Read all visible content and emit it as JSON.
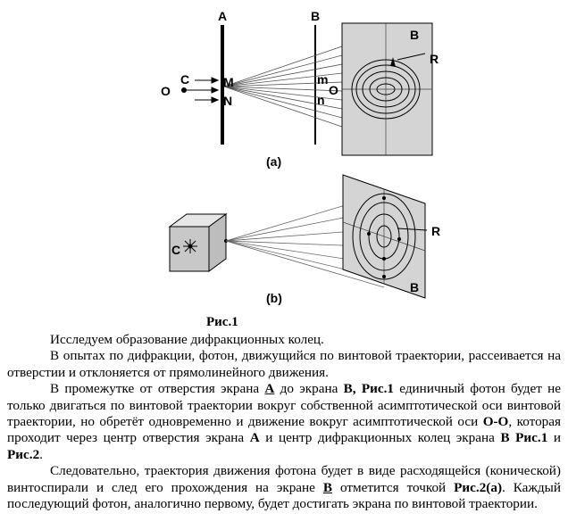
{
  "figure_a": {
    "label_A": "A",
    "label_B": "B",
    "label_C": "C",
    "label_O_left": "O",
    "label_M": "M",
    "label_N": "N",
    "label_m": "m",
    "label_n": "n",
    "label_O_right": "O",
    "label_B_screen": "B",
    "label_R": "R",
    "caption": "(a)"
  },
  "figure_b": {
    "label_C": "C",
    "label_R": "R",
    "label_B": "B",
    "caption": "(b)"
  },
  "figure_caption": "Рис.1",
  "paragraphs": {
    "p1": "Исследуем  образование дифракционных колец.",
    "p2": "В  опытах  по  дифракции,  фотон,  движущийся  по  винтовой  траектории, рассеивается на отверстии и  отклоняется   от прямолинейного движения.",
    "p3_a": "В промежутке от отверстия   экрана ",
    "p3_A": "А",
    "p3_b": " до экрана ",
    "p3_B": "В, Рис.1",
    "p3_c": " единичный фотон будет не только двигаться по винтовой траектории вокруг собственной  асимптотической оси винтовой траектории, но обретёт одновременно и  движение вокруг асимптотической оси ",
    "p3_OO": "О-О",
    "p3_d": ", которая   проходит через центр отверстия экрана ",
    "p3_A2": "А",
    "p3_e": " и центр дифракционных колец экрана ",
    "p3_B2": "В  Рис.1",
    "p3_f": "  и    ",
    "p3_fig2": "Рис.2",
    "p3_g": ".",
    "p4_a": "Следовательно,  траектория  движения  фотона  будет  в  виде  расходящейся (конической)    винтоспирали и след его прохождения на экране ",
    "p4_B": "В",
    "p4_b": " отметится точкой ",
    "p4_fig": "Рис.2(а)",
    "p4_c": ". Каждый последующий фотон, аналогично первому, будет достигать экрана по винтовой траектории."
  }
}
